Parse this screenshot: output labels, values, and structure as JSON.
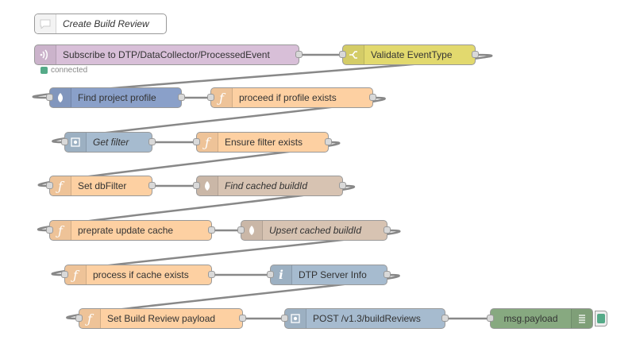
{
  "colors": {
    "comment": "#ffffff",
    "mqtt_in": "#d8bfd8",
    "switch": "#e2d96e",
    "mongodb": "#8aa0c9",
    "function": "#fdd0a2",
    "http_request": "#a6bbcf",
    "cache": "#d7c3b2",
    "info": "#a6bbcf",
    "debug": "#87a980",
    "wire": "#888888"
  },
  "nodes": {
    "comment": {
      "label": "Create Build Review",
      "icon": "comment-icon"
    },
    "subscribe": {
      "label": "Subscribe to DTP/DataCollector/ProcessedEvent",
      "icon": "mqtt-icon",
      "status": "connected"
    },
    "validate": {
      "label": "Validate EventType",
      "icon": "switch-icon"
    },
    "find_project": {
      "label": "Find project profile",
      "icon": "leaf-icon"
    },
    "proceed_profile": {
      "label": "proceed if profile exists",
      "icon": "function-icon"
    },
    "get_filter": {
      "label": "Get filter",
      "icon": "http-icon"
    },
    "ensure_filter": {
      "label": "Ensure filter exists",
      "icon": "function-icon"
    },
    "set_dbfilter": {
      "label": "Set dbFilter",
      "icon": "function-icon"
    },
    "find_cached": {
      "label": "Find cached buildId",
      "icon": "leaf-icon"
    },
    "prepare_cache": {
      "label": "preprate update cache",
      "icon": "function-icon"
    },
    "upsert_cached": {
      "label": "Upsert cached buildId",
      "icon": "leaf-icon"
    },
    "process_cache": {
      "label": "process if cache exists",
      "icon": "function-icon"
    },
    "dtp_server": {
      "label": "DTP Server Info",
      "icon": "info-icon"
    },
    "set_payload": {
      "label": "Set Build Review payload",
      "icon": "function-icon"
    },
    "post_reviews": {
      "label": "POST /v1.3/buildReviews",
      "icon": "http-icon"
    },
    "msg_payload": {
      "label": "msg.payload",
      "icon": "debug-list-icon"
    }
  }
}
